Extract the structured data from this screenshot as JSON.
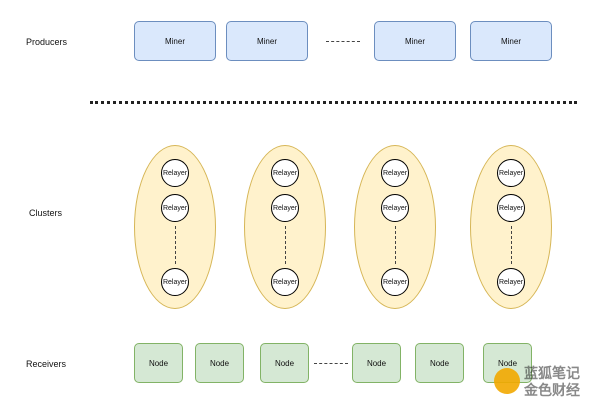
{
  "rows": {
    "producers_label": "Producers",
    "clusters_label": "Clusters",
    "receivers_label": "Receivers"
  },
  "miners": [
    "Miner",
    "Miner",
    "Miner",
    "Miner"
  ],
  "clusters": [
    {
      "relayers": [
        "Relayer",
        "Relayer",
        "Relayer"
      ]
    },
    {
      "relayers": [
        "Relayer",
        "Relayer",
        "Relayer"
      ]
    },
    {
      "relayers": [
        "Relayer",
        "Relayer",
        "Relayer"
      ]
    },
    {
      "relayers": [
        "Relayer",
        "Relayer",
        "Relayer"
      ]
    }
  ],
  "nodes": [
    "Node",
    "Node",
    "Node",
    "Node",
    "Node",
    "Node"
  ],
  "watermark": {
    "line1": "蓝狐笔记",
    "line2": "金色财经"
  },
  "colors": {
    "miner_fill": "#dae8fc",
    "miner_stroke": "#6c8ebf",
    "cluster_fill": "#fff2cc",
    "cluster_stroke": "#d6b656",
    "node_fill": "#d5e8d4",
    "node_stroke": "#82b366"
  }
}
